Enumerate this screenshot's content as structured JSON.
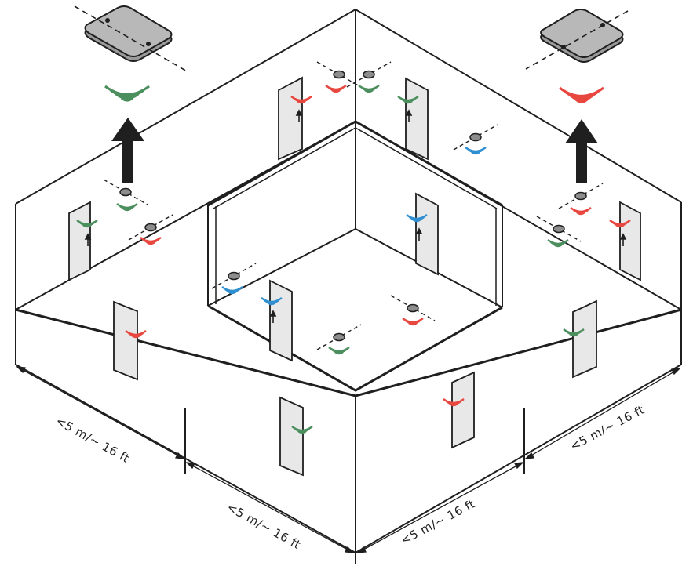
{
  "dimension_labels": [
    "<5 m/~ 16 ft",
    "<5 m/~ 16 ft",
    "<5 m/~ 16 ft",
    "<5 m/~ 16 ft"
  ],
  "colors": {
    "line": "#1f1f1f",
    "door_fill": "#e8e8e8",
    "floor": "#ffffff",
    "signal_red": "#e8473f",
    "signal_green": "#4c8f5e",
    "signal_blue": "#2f8fd0",
    "sensor_body": "#8d8d8d"
  },
  "icons": {
    "gateway": "ceiling-gateway-icon",
    "sensor": "ceiling-sensor-icon",
    "signal": "wireless-signal-icon",
    "door": "door-icon",
    "arrow": "upward-arrow-icon"
  }
}
